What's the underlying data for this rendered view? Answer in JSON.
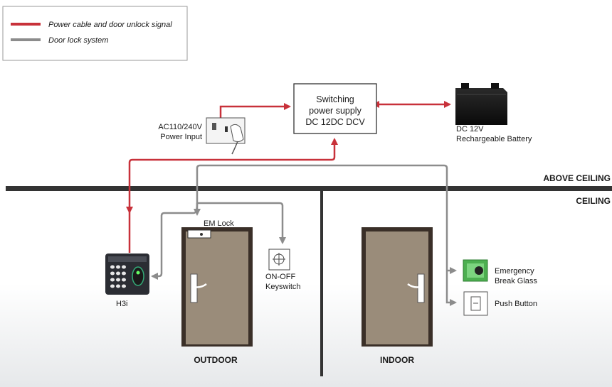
{
  "legend": {
    "items": [
      {
        "label": "Power cable and door unlock signal",
        "color": "#c8313a"
      },
      {
        "label": "Door lock system",
        "color": "#8c8c8c"
      }
    ]
  },
  "zones": {
    "above_ceiling": "ABOVE CEILING",
    "ceiling": "CEILING",
    "outdoor": "OUTDOOR",
    "indoor": "INDOOR"
  },
  "components": {
    "power_supply": {
      "line1": "Switching",
      "line2": "power supply",
      "line3": "DC 12DC DCV"
    },
    "power_input": {
      "line1": "AC110/240V",
      "line2": "Power Input"
    },
    "battery": {
      "line1": "DC 12V",
      "line2": "Rechargeable Battery"
    },
    "em_lock": {
      "label": "EM Lock"
    },
    "keyswitch": {
      "line1": "ON-OFF",
      "line2": "Keyswitch"
    },
    "terminal": {
      "label": "H3i"
    },
    "break_glass": {
      "line1": "Emergency",
      "line2": "Break Glass"
    },
    "push_button": {
      "label": "Push Button"
    }
  },
  "colors": {
    "signal_red": "#c8313a",
    "lock_grey": "#8c8c8c",
    "ceiling_bar": "#333333",
    "door_fill": "#9a8c7a",
    "door_frame": "#3a2f28",
    "break_glass_green": "#4caf50"
  }
}
